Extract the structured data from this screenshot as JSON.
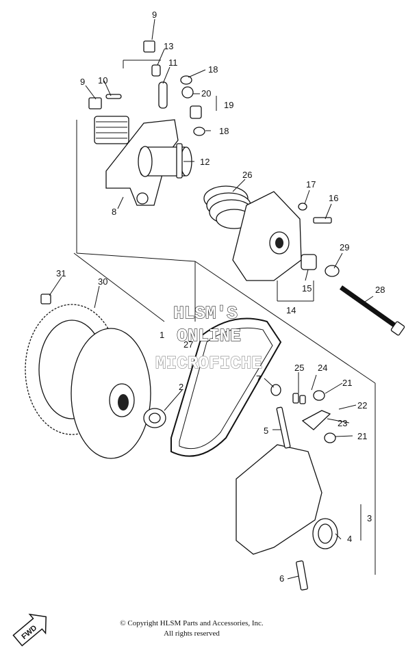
{
  "watermark": {
    "line1": "HLSM'S",
    "line2": "ONLINE",
    "line3": "MICROFICHE"
  },
  "copyright": {
    "line1": "© Copyright HLSM Parts and Accessories, Inc.",
    "line2": "All rights reserved"
  },
  "fwd_label": "FWD",
  "callouts": {
    "c9a": "9",
    "c13": "13",
    "c11": "11",
    "c18a": "18",
    "c9b": "9",
    "c10": "10",
    "c20": "20",
    "c19": "19",
    "c18b": "18",
    "c12": "12",
    "c8": "8",
    "c26": "26",
    "c17": "17",
    "c16": "16",
    "c29": "29",
    "c15": "15",
    "c14": "14",
    "c28": "28",
    "c31": "31",
    "c30": "30",
    "c1": "1",
    "c27": "27",
    "c7": "7",
    "c25": "25",
    "c24": "24",
    "c21a": "21",
    "c22": "22",
    "c2": "2",
    "c23": "23",
    "c5": "5",
    "c21b": "21",
    "c3": "3",
    "c4": "4",
    "c6": "6"
  }
}
